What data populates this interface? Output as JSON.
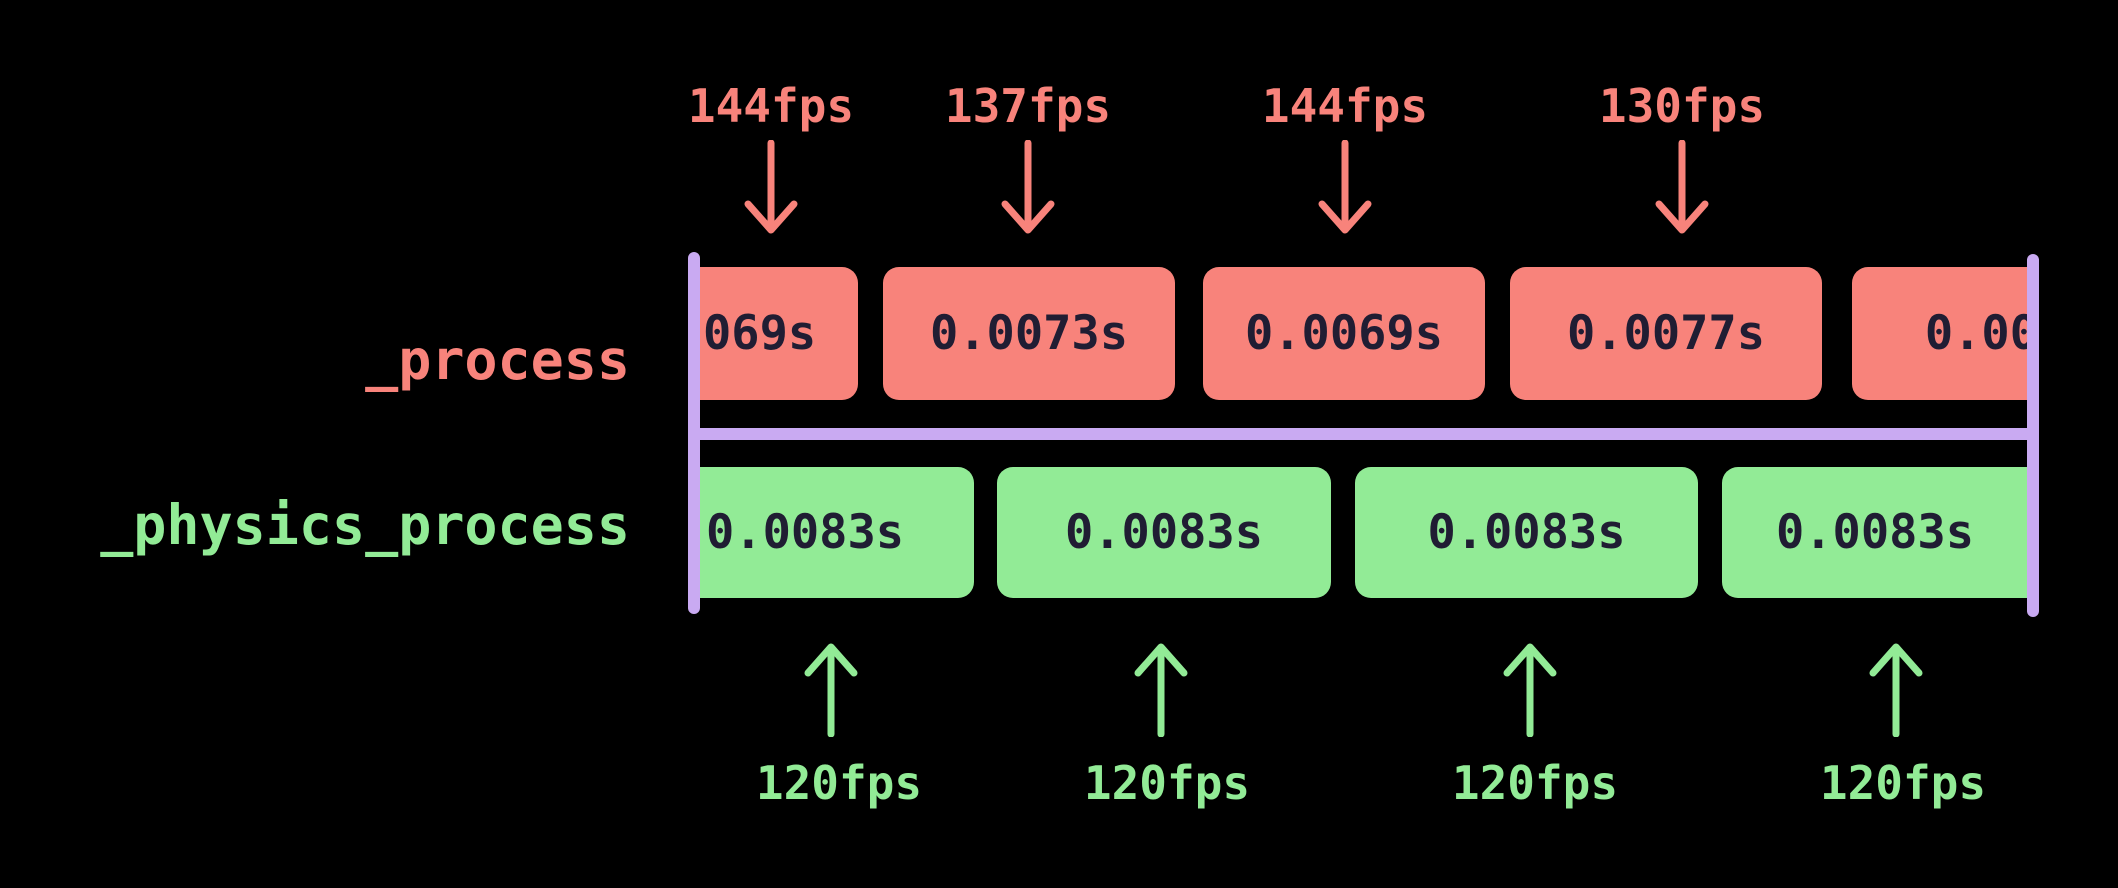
{
  "colors": {
    "background": "#000000",
    "process_accent": "#f8837b",
    "physics_accent": "#92eb96",
    "timeline_accent": "#c9aaf2",
    "frame_text": "#201d33"
  },
  "process_row": {
    "label": "_process",
    "fps_markers": [
      "144fps",
      "137fps",
      "144fps",
      "130fps"
    ],
    "frames": [
      {
        "duration": "069s"
      },
      {
        "duration": "0.0073s"
      },
      {
        "duration": "0.0069s"
      },
      {
        "duration": "0.0077s"
      },
      {
        "duration": "0.00"
      }
    ]
  },
  "physics_row": {
    "label": "_physics_process",
    "fps_markers": [
      "120fps",
      "120fps",
      "120fps",
      "120fps"
    ],
    "frames": [
      {
        "duration": "0.0083s"
      },
      {
        "duration": "0.0083s"
      },
      {
        "duration": "0.0083s"
      },
      {
        "duration": "0.0083s"
      }
    ]
  }
}
